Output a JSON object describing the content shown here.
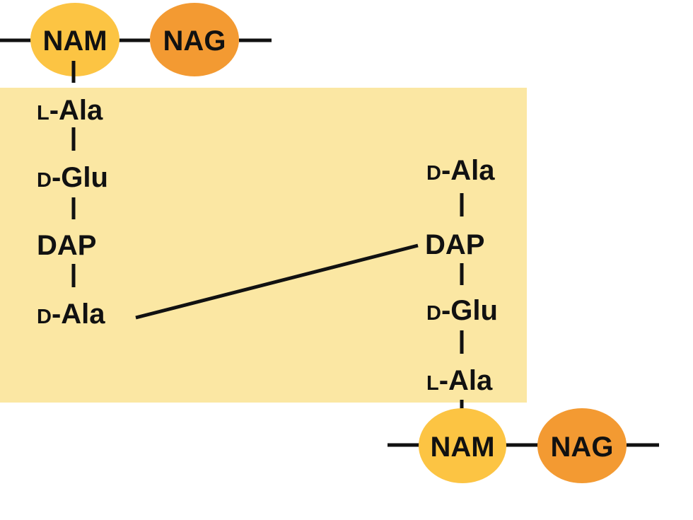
{
  "colors": {
    "background": "#ffffff",
    "panel": "#fbe7a3",
    "nam": "#fcc443",
    "nag": "#f39a32",
    "bond": "#111111",
    "text": "#111111"
  },
  "top_chain": {
    "nam": "NAM",
    "nag": "NAG",
    "peptide": [
      {
        "prefix": "L",
        "name": "-Ala"
      },
      {
        "prefix": "D",
        "name": "-Glu"
      },
      {
        "prefix": "",
        "name": "DAP"
      },
      {
        "prefix": "D",
        "name": "-Ala"
      }
    ]
  },
  "bottom_chain": {
    "nam": "NAM",
    "nag": "NAG",
    "peptide": [
      {
        "prefix": "D",
        "name": "-Ala"
      },
      {
        "prefix": "",
        "name": "DAP"
      },
      {
        "prefix": "D",
        "name": "-Glu"
      },
      {
        "prefix": "L",
        "name": "-Ala"
      }
    ]
  }
}
